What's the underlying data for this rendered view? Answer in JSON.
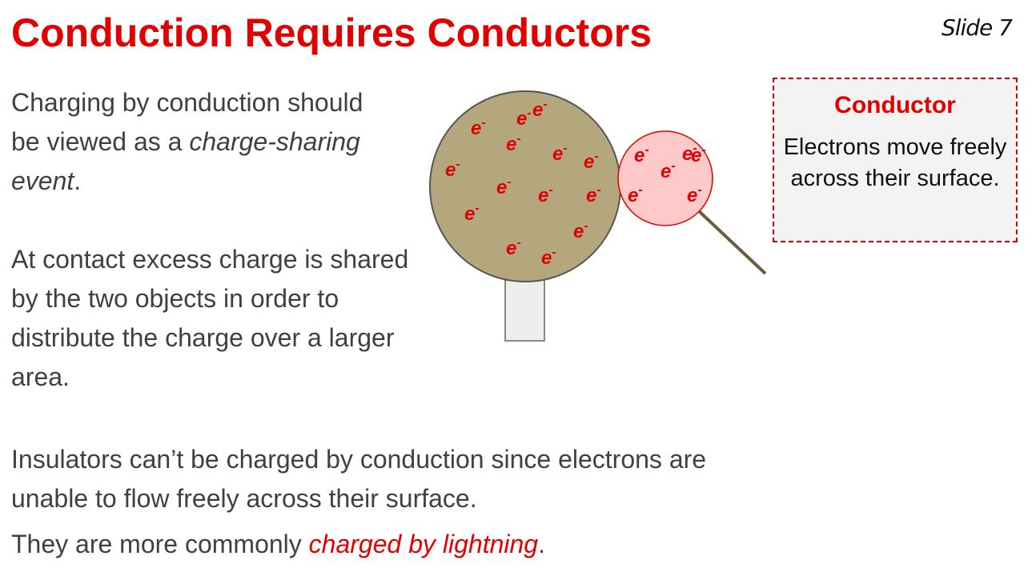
{
  "slide": {
    "title": "Conduction Requires Conductors",
    "number": "Slide 7"
  },
  "text": {
    "p1_a": "Charging by conduction should be viewed as a ",
    "p1_em": "charge-sharing event",
    "p1_b": ".",
    "p2": "At contact excess charge is shared by the two objects in order to distribute the charge over a larger area.",
    "p3": "Insulators can’t be charged by conduction since electrons are unable to flow freely across their surface.",
    "p4_a": "They are more commonly ",
    "p4_em": "charged by lightning",
    "p4_b": "."
  },
  "callout": {
    "title": "Conductor",
    "body": "Electrons move freely across their surface."
  },
  "diagram": {
    "electron_symbol": "e",
    "electron_charge": "-",
    "large_sphere_electron_count": 14,
    "small_sphere_electron_count": 6,
    "colors": {
      "large_sphere": "#b5a77d",
      "small_sphere": "#ffc9c9",
      "electron": "#e00000",
      "stand": "#eeeeee"
    }
  }
}
